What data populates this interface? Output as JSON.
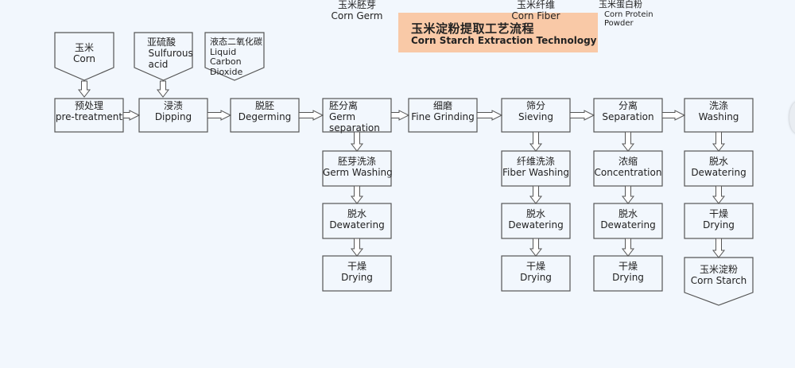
{
  "title": {
    "zh": "玉米淀粉提取工艺流程",
    "en": "Corn Starch Extraction Technology",
    "background_color": "#f9c9a7"
  },
  "inputs": [
    {
      "id": "corn",
      "zh": "玉米",
      "en": "Corn"
    },
    {
      "id": "sulfurous-acid",
      "zh": "亚硫酸",
      "en": "Sulfurous acid"
    },
    {
      "id": "liquid-co2",
      "zh": "液态二氧化碳",
      "en": "Liquid Carbon Dioxide"
    }
  ],
  "main_steps": [
    {
      "id": "pretreatment",
      "zh": "预处理",
      "en": "pre-treatment"
    },
    {
      "id": "dipping",
      "zh": "浸渍",
      "en": "Dipping"
    },
    {
      "id": "degerming",
      "zh": "脱胚",
      "en": "Degerming"
    },
    {
      "id": "germ-separation",
      "zh": "胚分离",
      "en": "Germ separation"
    },
    {
      "id": "fine-grinding",
      "zh": "细磨",
      "en": "Fine Grinding"
    },
    {
      "id": "sieving",
      "zh": "筛分",
      "en": "Sieving"
    },
    {
      "id": "separation",
      "zh": "分离",
      "en": "Separation"
    },
    {
      "id": "washing",
      "zh": "洗涤",
      "en": "Washing"
    }
  ],
  "branches": [
    {
      "from": "germ-separation",
      "steps": [
        {
          "zh": "胚芽洗涤",
          "en": "Germ Washing"
        },
        {
          "zh": "脱水",
          "en": "Dewatering"
        },
        {
          "zh": "干燥",
          "en": "Drying"
        }
      ],
      "product": {
        "zh": "玉米胚芽",
        "en": "Corn Germ"
      }
    },
    {
      "from": "sieving",
      "steps": [
        {
          "zh": "纤维洗涤",
          "en": "Fiber Washing"
        },
        {
          "zh": "脱水",
          "en": "Dewatering"
        },
        {
          "zh": "干燥",
          "en": "Drying"
        }
      ],
      "product": {
        "zh": "玉米纤维",
        "en": "Corn Fiber"
      }
    },
    {
      "from": "separation",
      "steps": [
        {
          "zh": "浓缩",
          "en": "Concentration"
        },
        {
          "zh": "脱水",
          "en": "Dewatering"
        },
        {
          "zh": "干燥",
          "en": "Drying"
        }
      ],
      "product": {
        "zh": "玉米蛋白粉",
        "en": "Corn Protein Powder"
      }
    },
    {
      "from": "washing",
      "steps": [
        {
          "zh": "脱水",
          "en": "Dewatering"
        },
        {
          "zh": "干燥",
          "en": "Drying"
        }
      ],
      "product": {
        "zh": "玉米淀粉",
        "en": "Corn Starch"
      }
    }
  ]
}
